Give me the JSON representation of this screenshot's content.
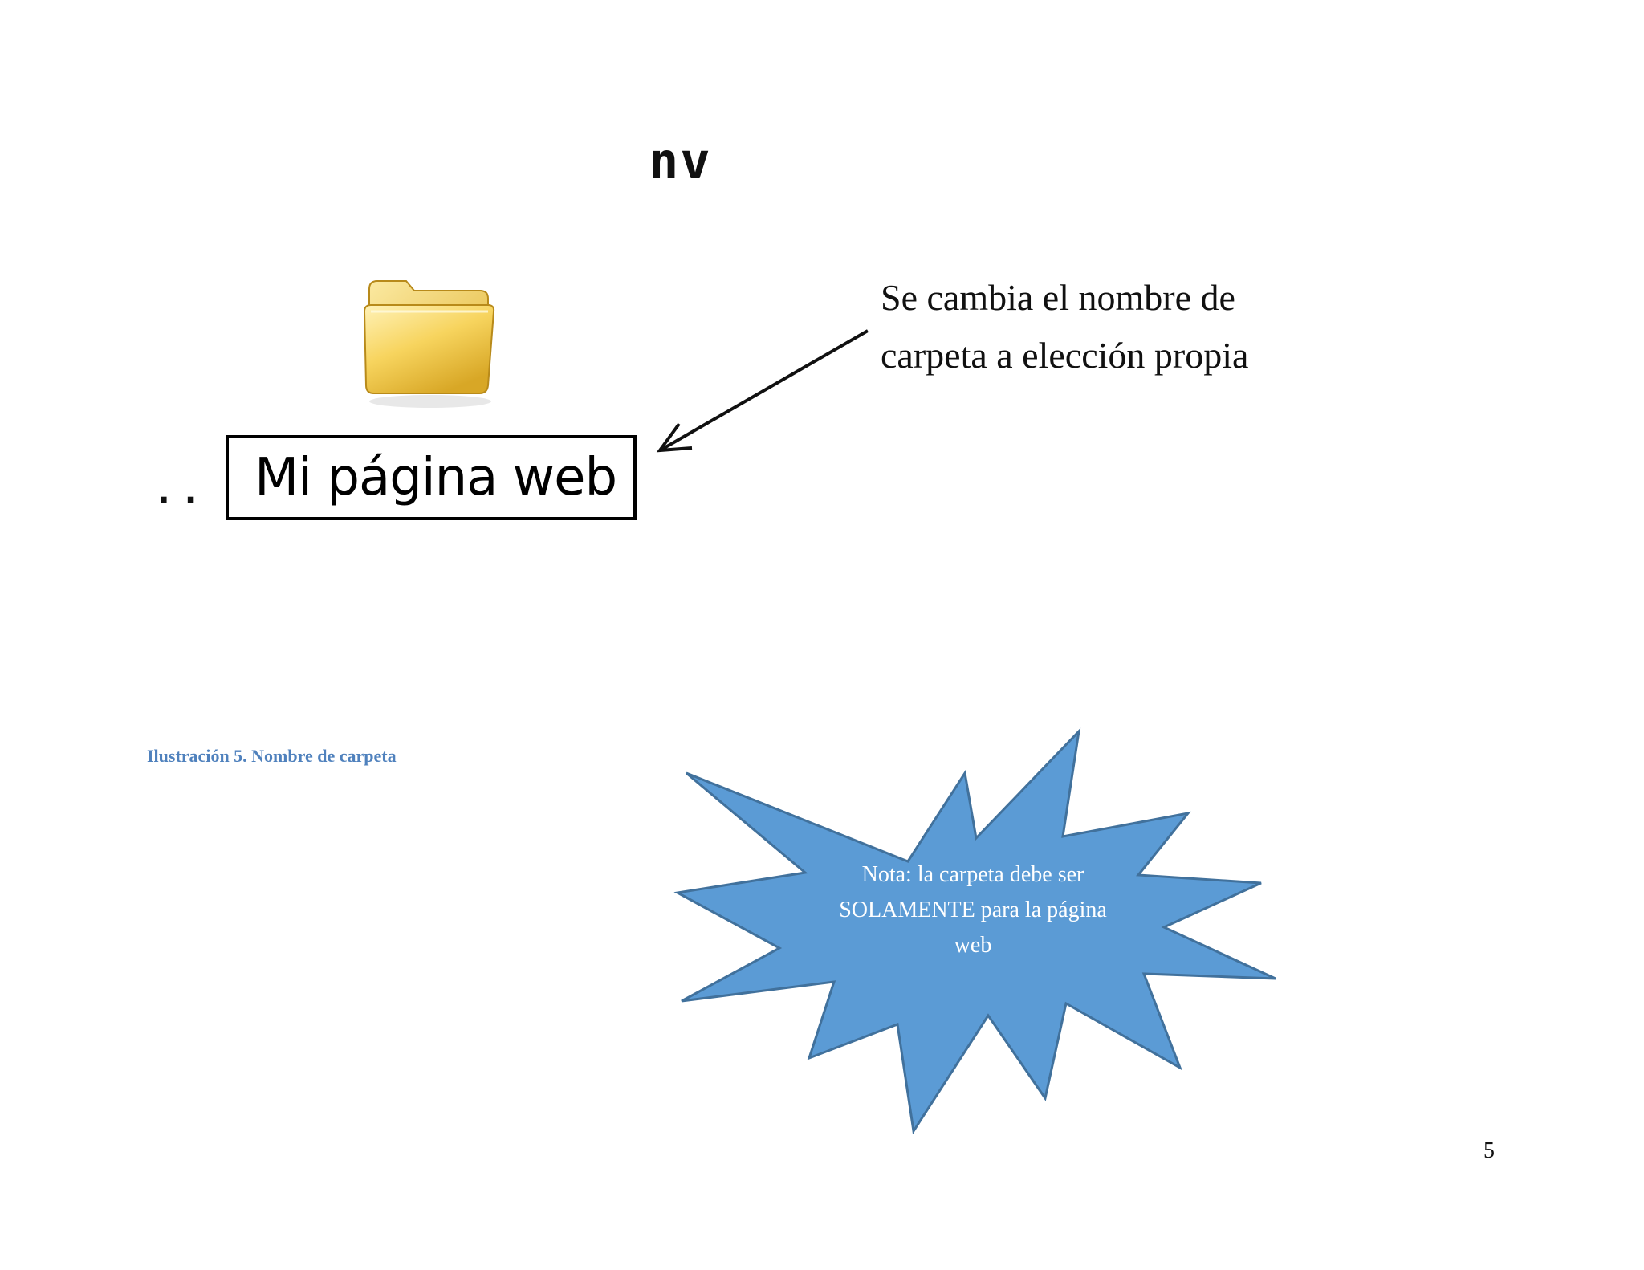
{
  "header_fragment": "nv",
  "folder": {
    "icon": "folder-icon",
    "dots": "..",
    "name": "Mi página web"
  },
  "callout": {
    "line1": "Se cambia el nombre de",
    "line2": "carpeta a elección propia"
  },
  "caption": "Ilustración 5. Nombre de carpeta",
  "note": {
    "line1": "Nota: la carpeta debe ser",
    "line2": "SOLAMENTE para la página",
    "line3": "web",
    "fill_color": "#5b9bd5",
    "stroke_color": "#41719c"
  },
  "page_number": "5",
  "colors": {
    "caption": "#4f81bd",
    "folder_yellow": "#f5d660"
  }
}
